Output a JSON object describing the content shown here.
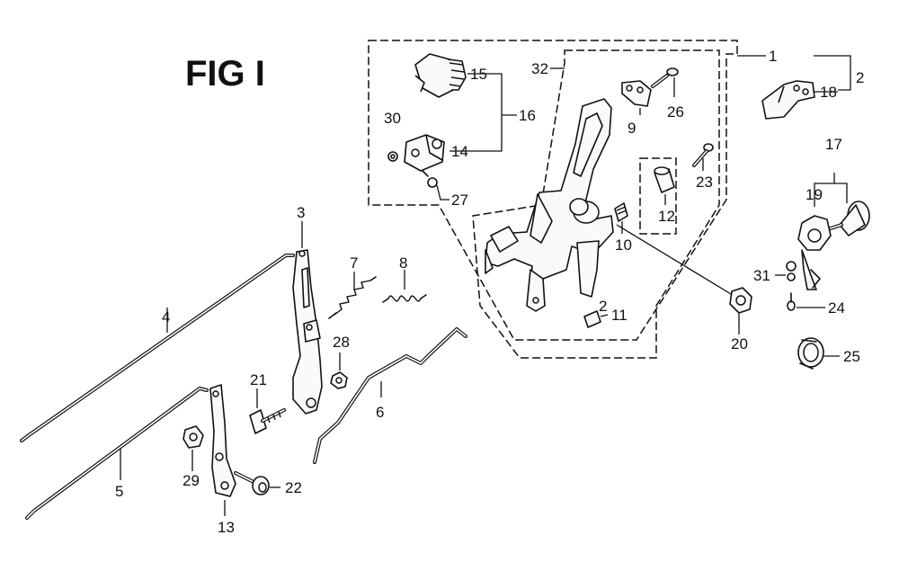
{
  "figure": {
    "title": "FIG I"
  },
  "labels": {
    "p1": "1",
    "p2": "2",
    "p3": "3",
    "p4": "4",
    "p5": "5",
    "p6": "6",
    "p7": "7",
    "p8": "8",
    "p9": "9",
    "p10": "10",
    "p11": "11",
    "p12": "12",
    "p13": "13",
    "p14": "14",
    "p15": "15",
    "p16": "16",
    "p17": "17",
    "p18": "18",
    "p19": "19",
    "p20": "20",
    "p21": "21",
    "p22": "22",
    "p23": "23",
    "p24": "24",
    "p25": "25",
    "p26": "26",
    "p27": "27",
    "p28": "28",
    "p29": "29",
    "p30": "30",
    "p31": "31",
    "p32": "32",
    "p11_sub": "2"
  }
}
